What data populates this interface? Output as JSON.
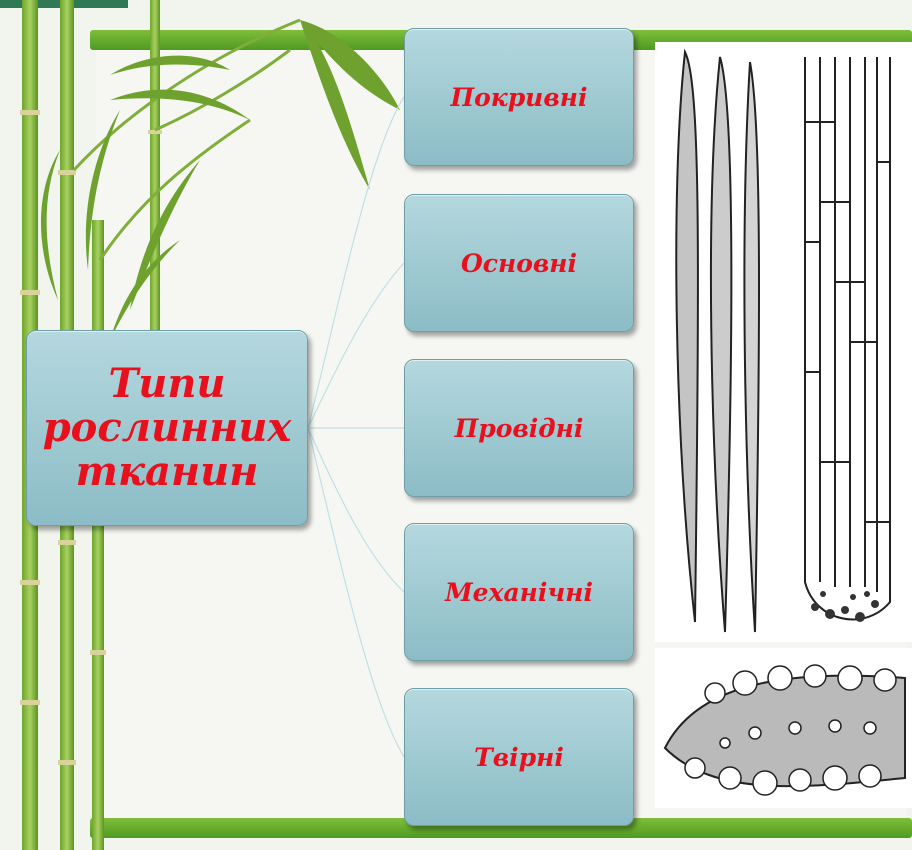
{
  "diagram": {
    "center": {
      "line1": "Типи",
      "line2": "рослинних",
      "line3": "тканин"
    },
    "categories": [
      {
        "label": "Покривні"
      },
      {
        "label": "Основні"
      },
      {
        "label": "Провідні"
      },
      {
        "label": "Механічні"
      },
      {
        "label": "Твірні"
      }
    ]
  },
  "colors": {
    "text": "#e8101c",
    "box": "#9ecbd4",
    "frame": "#5ea52b",
    "bamboo": "#7cb334"
  }
}
